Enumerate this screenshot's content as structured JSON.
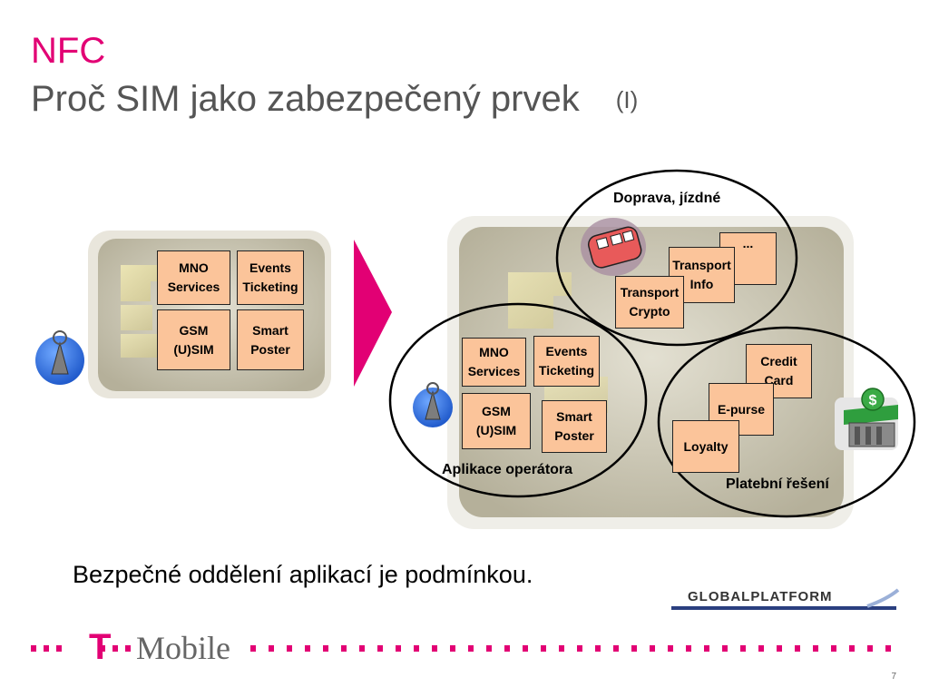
{
  "title": {
    "line1": "NFC",
    "line2": "Proč SIM jako zabezpečený prvek",
    "line2_suffix": "(I)"
  },
  "left_card": {
    "boxes": [
      {
        "id": "mno",
        "label": "MNO\nServices"
      },
      {
        "id": "events",
        "label": "Events\nTicketing"
      },
      {
        "id": "gsm",
        "label": "GSM\n(U)SIM"
      },
      {
        "id": "poster",
        "label": "Smart\nPoster"
      }
    ]
  },
  "right_card": {
    "operator": {
      "label": "Aplikace operátora",
      "boxes": [
        {
          "id": "mno",
          "label": "MNO\nServices"
        },
        {
          "id": "events",
          "label": "Events\nTicketing"
        },
        {
          "id": "gsm",
          "label": "GSM\n(U)SIM"
        },
        {
          "id": "poster",
          "label": "Smart\nPoster"
        }
      ]
    },
    "transport": {
      "label": "Doprava, jízdné",
      "boxes": [
        {
          "id": "more",
          "label": "..."
        },
        {
          "id": "info",
          "label": "Transport\nInfo"
        },
        {
          "id": "crypto",
          "label": "Transport\nCrypto"
        }
      ]
    },
    "payment": {
      "label": "Platební řešení",
      "boxes": [
        {
          "id": "credit",
          "label": "Credit\nCard"
        },
        {
          "id": "epurse",
          "label": "E-purse"
        },
        {
          "id": "loyalty",
          "label": "Loyalty"
        }
      ]
    }
  },
  "bottom_text": "Bezpečné oddělení aplikací je podmínkou.",
  "logos": {
    "globalplatform": "GLOBALPLATFORM",
    "tmobile_letter": "T",
    "tmobile_word": "Mobile"
  },
  "page_number": "7",
  "colors": {
    "magenta": "#e20074",
    "box_fill": "#fbc49a",
    "card_fill": "#cbc6b2"
  },
  "icons": [
    "antenna-icon",
    "train-icon",
    "bank-dollar-icon",
    "arrow-right-icon"
  ]
}
